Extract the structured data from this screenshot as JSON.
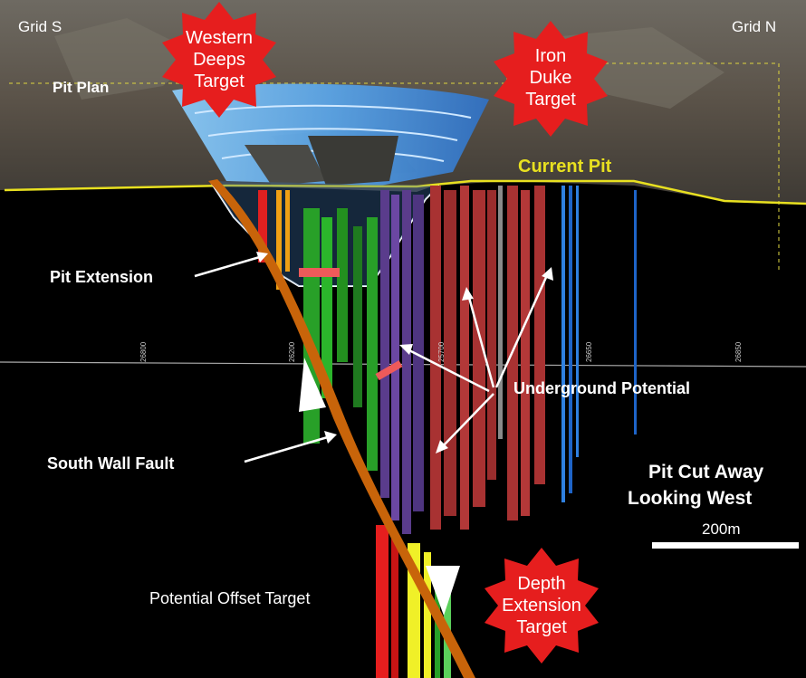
{
  "labels": {
    "grid_south": "Grid  S",
    "grid_north": "Grid  N",
    "pit_plan": "Pit Plan",
    "current_pit": "Current Pit",
    "pit_extension": "Pit Extension",
    "south_wall_fault": "South Wall Fault",
    "underground_potential": "Underground Potential",
    "pit_cut_away_line1": "Pit Cut Away",
    "pit_cut_away_line2": "Looking West",
    "scale_label": "200m",
    "potential_offset_target": "Potential  Offset Target",
    "western_deeps_target": [
      "Western",
      "Deeps",
      "Target"
    ],
    "iron_duke_target": [
      "Iron",
      "Duke",
      "Target"
    ],
    "depth_extension_target": [
      "Depth",
      "Extension",
      "Target"
    ]
  },
  "section_ticks": [
    "26800",
    "26200",
    "25700",
    "26650",
    "26850"
  ],
  "colors": {
    "target_star": "#e61e1e",
    "current_pit_line": "#e8e020",
    "fault": "#c8640a",
    "pit_shell": "#5aa8ee",
    "drill_red": "#a83232",
    "drill_purple": "#5a3c8c",
    "drill_green": "#28a028",
    "drill_orange": "#f0a014",
    "drill_blue": "#1e64c8",
    "drill_yellow": "#f0f028"
  }
}
